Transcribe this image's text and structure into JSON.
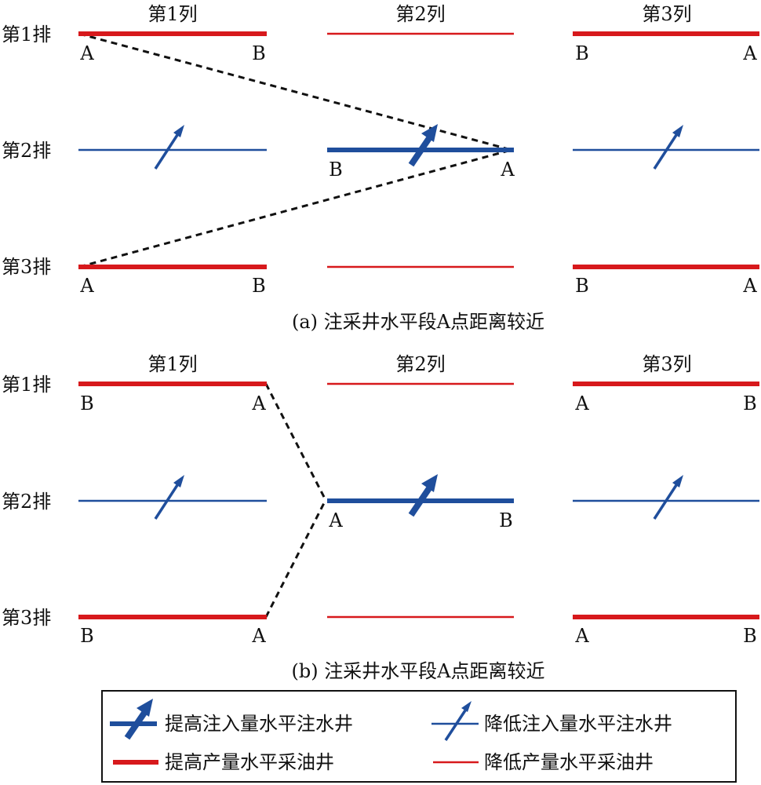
{
  "colors": {
    "producer": "#d7191c",
    "injector": "#1f4e9c",
    "connector": "#111111"
  },
  "column_headers": [
    "第1列",
    "第2列",
    "第3列"
  ],
  "row_labels": [
    "第1排",
    "第2排",
    "第3排"
  ],
  "panels": [
    {
      "caption": "(a) 注采井水平段A点距离较近",
      "wells": [
        {
          "row": 1,
          "col": 1,
          "type": "producer",
          "level": "increased",
          "left": "A",
          "right": "B"
        },
        {
          "row": 1,
          "col": 2,
          "type": "producer",
          "level": "reduced"
        },
        {
          "row": 1,
          "col": 3,
          "type": "producer",
          "level": "increased",
          "left": "B",
          "right": "A"
        },
        {
          "row": 2,
          "col": 1,
          "type": "injector",
          "level": "reduced"
        },
        {
          "row": 2,
          "col": 2,
          "type": "injector",
          "level": "increased",
          "left": "B",
          "right": "A"
        },
        {
          "row": 2,
          "col": 3,
          "type": "injector",
          "level": "reduced"
        },
        {
          "row": 3,
          "col": 1,
          "type": "producer",
          "level": "increased",
          "left": "A",
          "right": "B"
        },
        {
          "row": 3,
          "col": 2,
          "type": "producer",
          "level": "reduced"
        },
        {
          "row": 3,
          "col": 3,
          "type": "producer",
          "level": "increased",
          "left": "B",
          "right": "A"
        }
      ],
      "connections": [
        {
          "from": "row1-col1-A",
          "to": "row2-col2-A"
        },
        {
          "from": "row3-col1-A",
          "to": "row2-col2-A"
        }
      ]
    },
    {
      "caption": "(b) 注采井水平段A点距离较近",
      "wells": [
        {
          "row": 1,
          "col": 1,
          "type": "producer",
          "level": "increased",
          "left": "B",
          "right": "A"
        },
        {
          "row": 1,
          "col": 2,
          "type": "producer",
          "level": "reduced"
        },
        {
          "row": 1,
          "col": 3,
          "type": "producer",
          "level": "increased",
          "left": "A",
          "right": "B"
        },
        {
          "row": 2,
          "col": 1,
          "type": "injector",
          "level": "reduced"
        },
        {
          "row": 2,
          "col": 2,
          "type": "injector",
          "level": "increased",
          "left": "A",
          "right": "B"
        },
        {
          "row": 2,
          "col": 3,
          "type": "injector",
          "level": "reduced"
        },
        {
          "row": 3,
          "col": 1,
          "type": "producer",
          "level": "increased",
          "left": "B",
          "right": "A"
        },
        {
          "row": 3,
          "col": 2,
          "type": "producer",
          "level": "reduced"
        },
        {
          "row": 3,
          "col": 3,
          "type": "producer",
          "level": "increased",
          "left": "A",
          "right": "B"
        }
      ],
      "connections": [
        {
          "from": "row1-col1-A",
          "to": "row2-col2-A"
        },
        {
          "from": "row3-col1-A",
          "to": "row2-col2-A"
        }
      ]
    }
  ],
  "legend": {
    "inj_increased": "提高注入量水平注水井",
    "inj_reduced": "降低注入量水平注水井",
    "prod_increased": "提高产量水平采油井",
    "prod_reduced": "降低产量水平采油井"
  }
}
